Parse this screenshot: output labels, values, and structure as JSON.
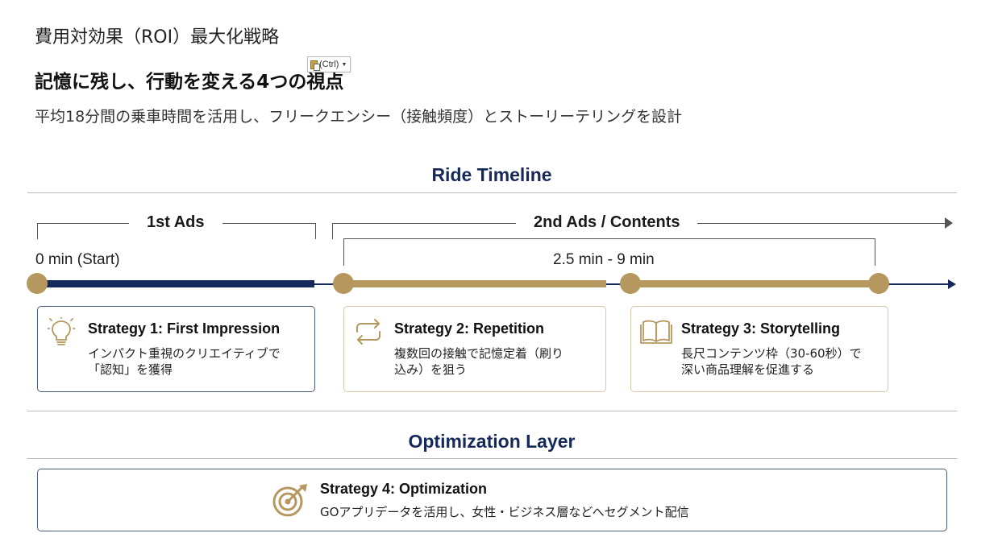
{
  "header": {
    "title": "費用対効果（ROI）最大化戦略",
    "heading": "記憶に残し、行動を変える4つの視点",
    "subtitle": "平均18分間の乗車時間を活用し、フリークエンシー（接触頻度）とストーリーテリングを設計",
    "paste_tag": "(Ctrl)"
  },
  "timeline": {
    "section_title": "Ride Timeline",
    "first_bracket": "1st Ads",
    "second_bracket": "2nd Ads / Contents",
    "start_label": "0 min (Start)",
    "range_label": "2.5 min - 9 min"
  },
  "strategies": [
    {
      "title": "Strategy 1: First Impression",
      "desc_line1": "インパクト重視のクリエイティブで",
      "desc_line2": "「認知」を獲得",
      "icon": "lightbulb-icon"
    },
    {
      "title": "Strategy 2: Repetition",
      "desc_line1": "複数回の接触で記憶定着（刷り",
      "desc_line2": "込み）を狙う",
      "icon": "repeat-icon"
    },
    {
      "title": "Strategy 3: Storytelling",
      "desc_line1": "長尺コンテンツ枠（30-60秒）で",
      "desc_line2": "深い商品理解を促進する",
      "icon": "open-book-icon"
    }
  ],
  "optimization": {
    "section_title": "Optimization Layer",
    "title": "Strategy 4: Optimization",
    "desc": "GOアプリデータを活用し、女性・ビジネス層などへセグメント配信",
    "icon": "target-icon"
  },
  "colors": {
    "navy": "#15295a",
    "gold": "#b6985e",
    "card_border_navy": "#4a5b7a",
    "card_border_gold": "#d8c9a6"
  }
}
